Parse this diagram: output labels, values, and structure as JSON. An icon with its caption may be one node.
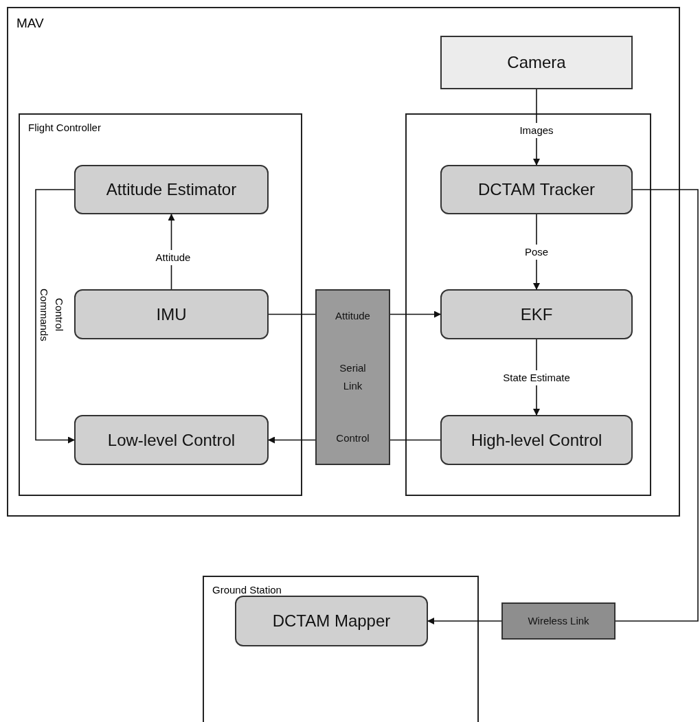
{
  "diagram": {
    "nodes": [
      {
        "text": [
          "MAV"
        ]
      },
      {
        "text": [
          "Camera"
        ],
        "in": 0
      },
      {
        "text": [
          "Flight Controller"
        ],
        "in": 0
      },
      {
        "text": [
          "Attitude Estimator"
        ],
        "in": 2
      },
      {
        "text": [
          "IMU"
        ],
        "in": 2
      },
      {
        "text": [
          "Low-level Control"
        ],
        "in": 2
      },
      {
        "text": [
          "Attitude",
          "Serial Link",
          "Control"
        ],
        "in": 0
      },
      {
        "text": [],
        "shape": "box",
        "in": 0
      },
      {
        "text": [
          "DCTAM Tracker"
        ],
        "in": 7
      },
      {
        "text": [
          "EKF"
        ],
        "in": 7
      },
      {
        "text": [
          "High-level Control"
        ],
        "in": 7
      },
      {
        "text": [
          "Ground Station"
        ]
      },
      {
        "text": [
          "DCTAM Mapper"
        ],
        "in": 11
      },
      {
        "text": [
          "Wireless Link"
        ]
      }
    ],
    "edges": [
      {
        "from": 1,
        "to": 8,
        "arrow": "to",
        "label": "Images"
      },
      {
        "from": 8,
        "to": 9,
        "arrow": "to",
        "label": "Pose"
      },
      {
        "from": 9,
        "to": 10,
        "arrow": "to",
        "label": "State Estimate"
      },
      {
        "from": 4,
        "to": 3,
        "arrow": "to",
        "label": "Attitude"
      },
      {
        "from": 3,
        "to": 5,
        "arrow": "to",
        "label": "Control Commands"
      },
      {
        "from": 4,
        "to": 6,
        "arrow": "none"
      },
      {
        "from": 6,
        "to": 9,
        "arrow": "to"
      },
      {
        "from": 10,
        "to": 6,
        "arrow": "none"
      },
      {
        "from": 6,
        "to": 5,
        "arrow": "to"
      },
      {
        "from": 8,
        "to": 13,
        "arrow": "none"
      },
      {
        "from": 13,
        "to": 12,
        "arrow": "to"
      }
    ]
  }
}
